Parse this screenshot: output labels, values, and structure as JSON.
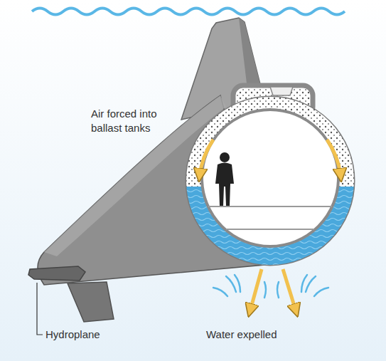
{
  "diagram": {
    "labels": [
      "Air forced into ballast tanks",
      "Hydroplane",
      "Water expelled"
    ]
  }
}
